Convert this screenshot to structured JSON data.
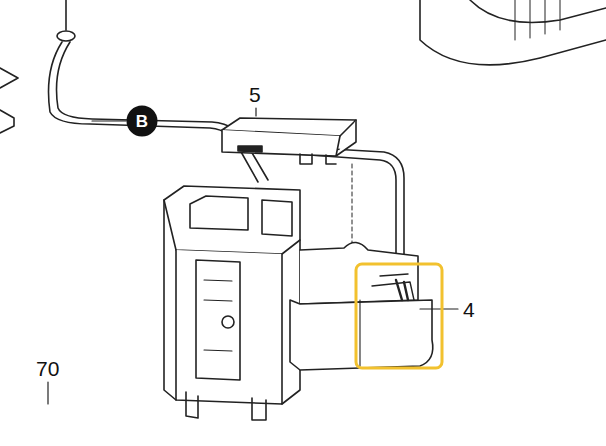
{
  "diagram": {
    "nodes": [
      {
        "text": [
          "B"
        ]
      }
    ],
    "labels": [
      "5",
      "4",
      "70"
    ]
  }
}
